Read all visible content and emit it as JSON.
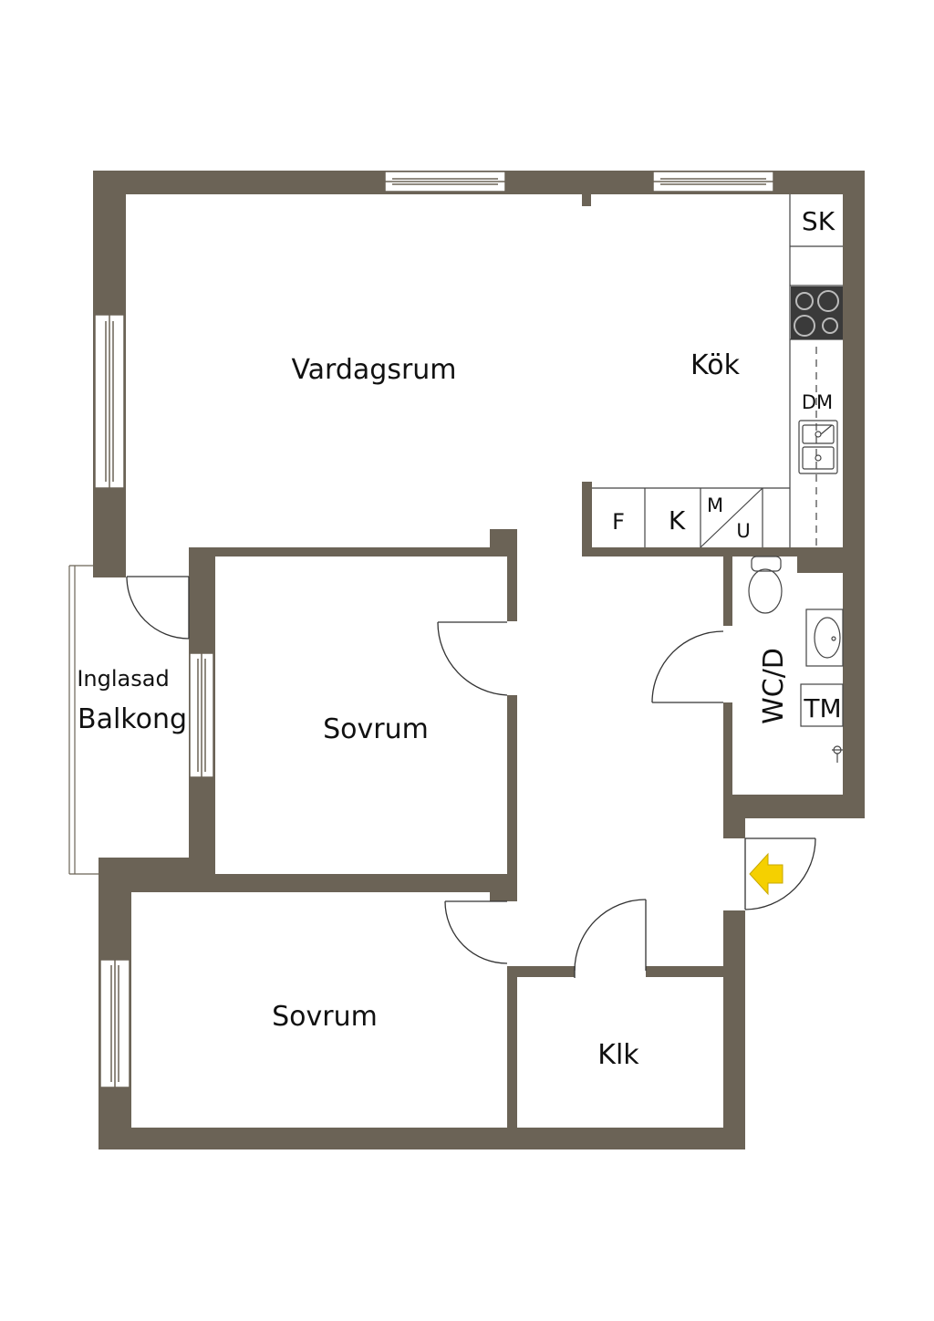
{
  "colors": {
    "wall": "#6b6356",
    "background": "#ffffff",
    "entrance_arrow": "#f5d000",
    "stove": "#3a3a3a"
  },
  "rooms": {
    "vardagsrum": "Vardagsrum",
    "kok": "Kök",
    "sovrum_1": "Sovrum",
    "sovrum_2": "Sovrum",
    "klk": "Klk",
    "wcd": "WC/D",
    "balkong_line1": "Inglasad",
    "balkong_line2": "Balkong"
  },
  "fixtures": {
    "sk": "SK",
    "dm": "DM",
    "tm": "TM",
    "f": "F",
    "k": "K",
    "m": "M",
    "u": "U"
  },
  "icons": [
    "stove-icon",
    "sink-icon",
    "toilet-icon",
    "washbasin-icon",
    "tap-icon",
    "entrance-arrow-icon"
  ]
}
